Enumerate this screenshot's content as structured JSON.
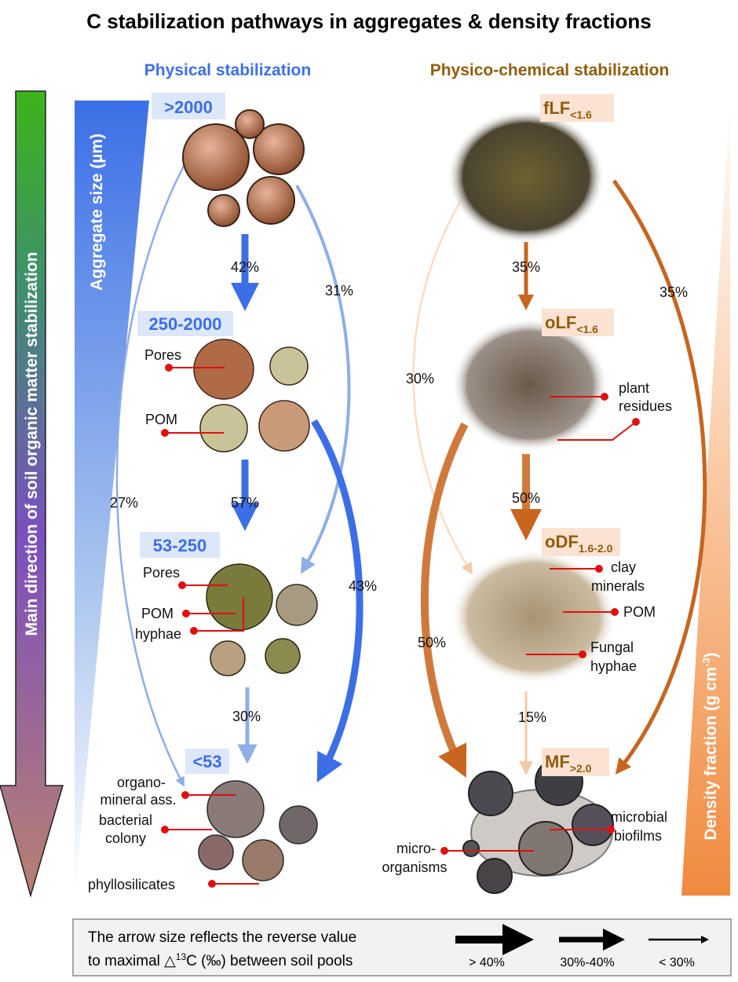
{
  "title": "C stabilization pathways in aggregates & density fractions",
  "columns": {
    "physical": "Physical stabilization",
    "physico_chemical": "Physico-chemical stabilization"
  },
  "side_axes": {
    "main_direction": "Main direction of soil organic matter stabilization",
    "aggregate_size": "Aggregate size (µm)",
    "density_fraction": "Density fraction (g cm",
    "density_exp": "-3",
    "density_close": ")"
  },
  "aggregates": [
    {
      "label": ">2000"
    },
    {
      "label": "250-2000",
      "callouts": [
        "Pores",
        "POM"
      ]
    },
    {
      "label": "53-250",
      "callouts": [
        "Pores",
        "POM",
        "hyphae"
      ]
    },
    {
      "label": "<53",
      "callouts": [
        "organo-",
        "mineral ass.",
        "bacterial",
        "colony",
        "phyllosilicates"
      ]
    }
  ],
  "fractions": [
    {
      "label": "fLF",
      "sub": "<1.6"
    },
    {
      "label": "oLF",
      "sub": "<1.6",
      "callouts": [
        "plant",
        "residues"
      ]
    },
    {
      "label": "oDF",
      "sub": "1.6-2.0",
      "callouts": [
        "clay",
        "minerals",
        "POM",
        "Fungal",
        "hyphae"
      ]
    },
    {
      "label": "MF",
      "sub": ">2.0",
      "callouts": [
        "microbial",
        "biofilms",
        "micro-",
        "organisms"
      ]
    }
  ],
  "physical_flows": {
    "a_2000_to_250": "42%",
    "a_2000_to_53": "31%",
    "a_2000_to_lt53": "27%",
    "a_250_to_53": "57%",
    "a_250_to_lt53": "43%",
    "a_53_to_lt53": "30%"
  },
  "chemical_flows": {
    "flf_to_olf": "35%",
    "flf_to_mf": "35%",
    "flf_to_odf": "30%",
    "olf_to_odf": "50%",
    "olf_to_mf": "50%",
    "odf_to_mf": "15%"
  },
  "legend": {
    "line1": "The arrow size reflects the reverse value",
    "line2a": "to maximal ",
    "delta": "△",
    "sup": "13",
    "line2b": "C (‰) between soil pools",
    "items": [
      "> 40%",
      "30%-40%",
      "< 30%"
    ]
  },
  "colors": {
    "blue": "#3c6fe6",
    "orange": "#c8651f",
    "brown_text": "#8f5d0c"
  }
}
